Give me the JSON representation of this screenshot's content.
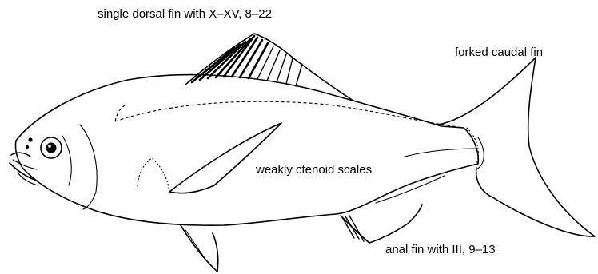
{
  "labels": {
    "dorsal_fin": "single dorsal fin with X–XV, 8–22",
    "caudal_fin": "forked caudal fin",
    "scales": "weakly ctenoid scales",
    "anal_fin": "anal fin with III, 9–13"
  },
  "colors": {
    "ink": "#000000",
    "background": "#ffffff"
  }
}
